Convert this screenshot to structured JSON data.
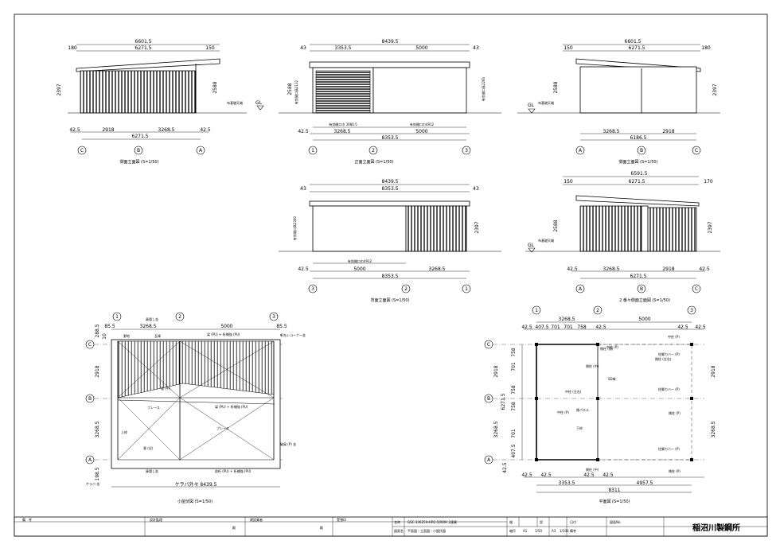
{
  "views": {
    "side_left": {
      "caption": "側面立面図 (S=1/50)",
      "top_total": "6601.5",
      "top_mid": "6271.5",
      "top_left": "180",
      "top_right": "150",
      "height_left": "2397",
      "height_right": "2588",
      "bot_left": "42.5",
      "bot_a": "2918",
      "bot_b": "3268.5",
      "bot_right": "42.5",
      "bot_total": "6271.5",
      "grid": [
        "C",
        "B",
        "A"
      ],
      "gl": "GL",
      "ground_note": "布基礎天端"
    },
    "front": {
      "caption": "正面立面図 (S=1/50)",
      "top_total": "8439.5",
      "top_left": "43",
      "top_a": "3353.5",
      "top_b": "5000",
      "top_right": "43",
      "height_left": "2588",
      "height_inner": "有効開口高2132",
      "height_right": "有効開口高2260",
      "open_a": "有効開口巾 3080.5",
      "open_b": "有効開口巾4912",
      "bot_left": "42.5",
      "bot_a": "3268.5",
      "bot_b": "5000",
      "bot_total": "8353.5",
      "grid": [
        "1",
        "2",
        "3"
      ]
    },
    "side_right": {
      "caption": "側面立面図 (S=1/50)",
      "top_total": "6601.5",
      "top_mid": "6271.5",
      "top_left": "150",
      "top_right": "180",
      "height_left": "2588",
      "height_right": "2397",
      "bot_a": "3268.5",
      "bot_b": "2918",
      "bot_total": "6186.5",
      "grid": [
        "A",
        "B",
        "C"
      ],
      "gl": "GL",
      "ground_note": "布基礎天端"
    },
    "rear": {
      "caption": "背面立面図 (S=1/50)",
      "top_total": "8439.5",
      "top_mid": "8353.5",
      "top_left": "43",
      "top_right": "43",
      "height_left": "有効開口高2260",
      "height_right": "2397",
      "open_a": "有効開口巾4912",
      "bot_left": "42.5",
      "bot_a": "5000",
      "bot_b": "3268.5",
      "bot_total": "8353.5",
      "grid": [
        "3",
        "2",
        "1"
      ]
    },
    "side_rear": {
      "caption": "2 番々側面立面図 (S=1/50)",
      "top_total": "6591.5",
      "top_mid": "6271.5",
      "top_left": "150",
      "top_right": "170",
      "height_left": "2588",
      "height_right": "2397",
      "bot_left": "42.5",
      "bot_a": "3268.5",
      "bot_b": "2918",
      "bot_right": "42.5",
      "bot_total": "6271.5",
      "grid": [
        "A",
        "B",
        "C"
      ],
      "gl": "GL",
      "ground_note": "布基礎天端"
    },
    "roof_plan": {
      "caption": "小屋伏図 (S=1/50)",
      "top_left": "85.5",
      "top_a": "3268.5",
      "top_b": "5000",
      "top_right": "85.5",
      "left_top": "288.5",
      "left_a": "2918",
      "left_b": "3268.5",
      "left_bot": "198.5",
      "left_small": "10",
      "bottom_total": "ケラバ外々 8439.5",
      "labels": [
        "鼻隠し金",
        "野地",
        "瓦棒",
        "梁 (PU) + 桁補強 (PU)",
        "軒先レコーナー金",
        "垂 (中)",
        "ブレース",
        "梁 (PU) + 桁補強 (PU)",
        "上枠",
        "ブレース",
        "垂 (谷)",
        "破風 (P) 金",
        "鼻隠し金",
        "前桁 (PU) + 桁補強 (PU)",
        "ケラバ 金"
      ],
      "grid_top": [
        "1",
        "2",
        "3"
      ],
      "grid_left": [
        "C",
        "B",
        "A"
      ]
    },
    "floor_plan": {
      "caption": "平面図 (S=1/50)",
      "top_a": "3268.5",
      "top_b": "5000",
      "top_small": [
        "42.5",
        "407.5",
        "701",
        "701",
        "758",
        "42.5"
      ],
      "top_right": [
        "42.5",
        "42.5"
      ],
      "left": [
        "758",
        "701",
        "758",
        "758",
        "701",
        "407.5"
      ],
      "left_total_a": "2918",
      "left_total_b": "6271.5",
      "left_total_c": "3268.5",
      "left_bot": "42.5",
      "right_a": "2918",
      "right_b": "3268.5",
      "bot_small": [
        "42.5",
        "42.5",
        "42.5",
        "42.5"
      ],
      "bot_a": "3353.5",
      "bot_b": "4957.5",
      "bot_total": "8311",
      "labels": [
        "側柱 (角)",
        "側柱 (左右)",
        "柱脚カバー (P)",
        "側柱 (P)",
        "中柱 (左右)",
        "側パネル",
        "下枠",
        "中柱 (P)",
        "柱脚カバー (P)",
        "中柱 (P)",
        "柱脚カバー (P)",
        "側柱 (P)",
        "側柱 (中)",
        "側柱 (中)",
        "SD扉",
        "中柱 (P)"
      ],
      "grid_top": [
        "1",
        "2",
        "3"
      ],
      "grid_left": [
        "C",
        "B",
        "A"
      ]
    }
  },
  "title_block": {
    "col1_label": "備　考",
    "col2_label": "設計監理",
    "col3_label": "建設業者",
    "col4_label": "受領印",
    "stamp_mark": "殿",
    "name_label": "名称",
    "name_value": "GSC-33625H-HRC-5000H 2連棟",
    "drawing_label": "図面名",
    "drawing_value": "平面図・立面図・小屋伏図",
    "scale_label": "縮尺",
    "scale_value_a1": "A1",
    "scale_value_50": "1/50",
    "scale_value_a3": "A3",
    "scale_value_100": "1/100",
    "check_label": "検",
    "design_label": "設",
    "date_label": "日付",
    "note_label": "備考",
    "drawing_no_label": "図面No.",
    "company": "稲沼川製鋼所"
  }
}
